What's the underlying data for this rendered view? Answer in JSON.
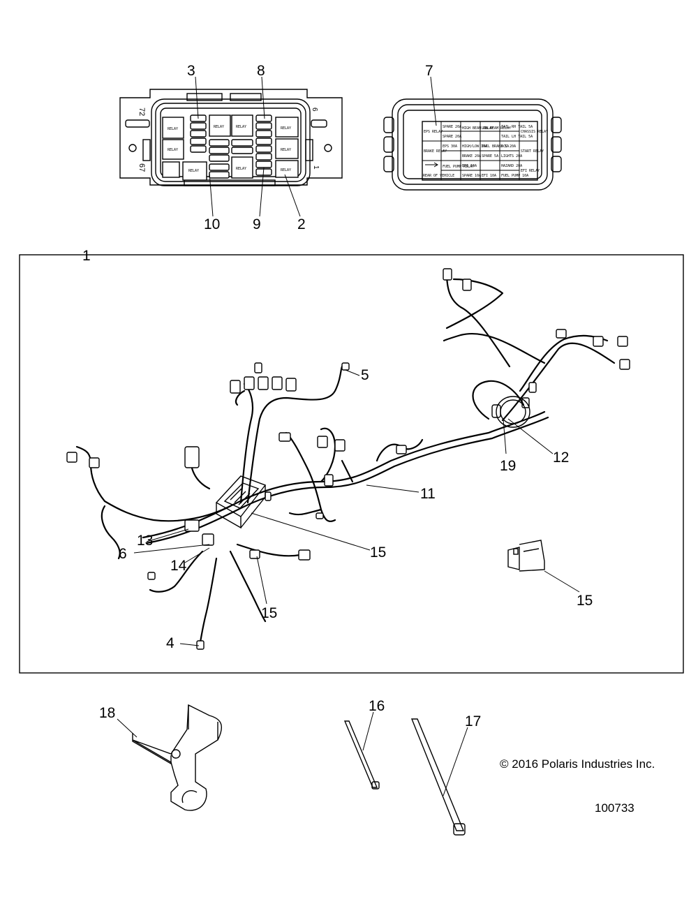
{
  "callouts": {
    "c1": "1",
    "c2": "2",
    "c3": "3",
    "c4": "4",
    "c5": "5",
    "c6": "6",
    "c7": "7",
    "c8": "8",
    "c9": "9",
    "c10": "10",
    "c11": "11",
    "c12": "12",
    "c13": "13",
    "c14": "14",
    "c15a": "15",
    "c15b": "15",
    "c15c": "15",
    "c16": "16",
    "c17": "17",
    "c18": "18",
    "c19": "19"
  },
  "fuse_box_left": {
    "relay": "RELAY",
    "side_top": "72",
    "side_bottom": "67",
    "side_right_top": "6",
    "side_right_bottom": "1"
  },
  "fuse_label": {
    "r1": [
      "EPS RELAY",
      "SPARE 20A",
      "HIGH BEAM RELAY",
      "LOW BEAM RELAY",
      "TAIL RH TAIL 5A",
      "CHASSIS RELAY"
    ],
    "r2": [
      "",
      "SPARE 20A",
      "",
      "",
      "TAIL LH TAIL 5A",
      ""
    ],
    "r3": [
      "BRAKE RELAY",
      "EPS 30A",
      "HIGH/LOW 10A",
      "TAIL BRAKE 5A",
      "ACC 20A",
      "START RELAY"
    ],
    "r4": [
      "",
      "",
      "BRAKE 20A",
      "SPARE 5A",
      "LIGHTS 20A",
      ""
    ],
    "r5": [
      "",
      "FUEL PUMP RELAY",
      "EFI 10A",
      "",
      "HAZARD 20A",
      "EFI RELAY"
    ],
    "r6": [
      "REAR OF VEHICLE",
      "",
      "SPARE 10A",
      "EFI 10A",
      "FUEL PUMP 10A",
      ""
    ]
  },
  "footer": {
    "copyright": "© 2016 Polaris Industries Inc.",
    "figure_number": "100733"
  }
}
